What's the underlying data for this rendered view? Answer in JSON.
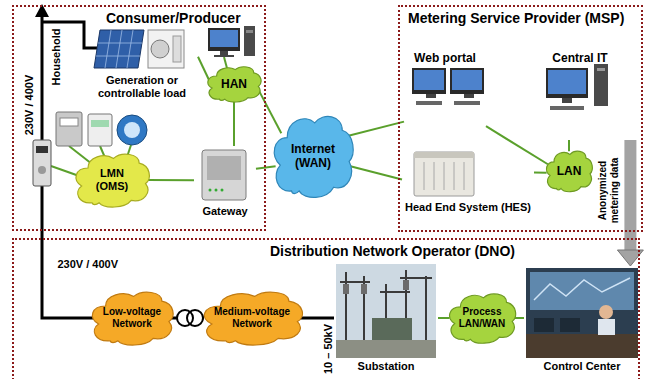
{
  "diagram": {
    "nodes": [
      {
        "text": [
          "Consumer/Producer"
        ]
      },
      {
        "text": [
          "Generation or controllable load"
        ],
        "in": 0
      },
      {
        "text": [
          "HAN"
        ],
        "in": 0
      },
      {
        "text": [
          "LMN (OMS)"
        ],
        "in": 0
      },
      {
        "text": [
          "Gateway"
        ],
        "in": 0
      },
      {
        "text": [
          "Internet (WAN)"
        ]
      },
      {
        "text": [
          "Metering Service Provider (MSP)"
        ]
      },
      {
        "text": [
          "Web portal"
        ],
        "in": 6
      },
      {
        "text": [
          "Central IT"
        ],
        "in": 6
      },
      {
        "text": [
          "Head End System (HES)"
        ],
        "in": 6
      },
      {
        "text": [
          "LAN"
        ],
        "in": 6
      },
      {
        "text": [
          "Distribution Network Operator (DNO)"
        ]
      },
      {
        "text": [
          "Low-voltage Network"
        ],
        "in": 11
      },
      {
        "text": [
          "Medium-voltage Network"
        ],
        "in": 11
      },
      {
        "text": [
          "Substation"
        ],
        "in": 11
      },
      {
        "text": [
          "Process LAN/WAN"
        ],
        "in": 11
      },
      {
        "text": [
          "Control Center"
        ],
        "in": 11
      }
    ],
    "edges": [
      {
        "from": 1,
        "to": 2,
        "arrow": "none"
      },
      {
        "from": 2,
        "to": 4,
        "arrow": "none"
      },
      {
        "from": 3,
        "to": 4,
        "arrow": "none"
      },
      {
        "from": 4,
        "to": 5,
        "arrow": "none"
      },
      {
        "from": 2,
        "to": 5,
        "arrow": "none"
      },
      {
        "from": 5,
        "to": 7,
        "arrow": "none"
      },
      {
        "from": 5,
        "to": 9,
        "arrow": "none"
      },
      {
        "from": 7,
        "to": 10,
        "arrow": "none"
      },
      {
        "from": 8,
        "to": 10,
        "arrow": "none"
      },
      {
        "from": 9,
        "to": 10,
        "arrow": "none"
      },
      {
        "from": 8,
        "to": 16,
        "label": "Anonymized metering data",
        "arrow": "to"
      },
      {
        "from": 12,
        "to": 13,
        "arrow": "none"
      },
      {
        "from": 13,
        "to": 14,
        "arrow": "none"
      },
      {
        "from": 14,
        "to": 15,
        "arrow": "none"
      },
      {
        "from": 15,
        "to": 16,
        "arrow": "none"
      }
    ],
    "labels": [
      "Household",
      "230V / 400V",
      "230V / 400V",
      "10 – 50kV"
    ]
  }
}
